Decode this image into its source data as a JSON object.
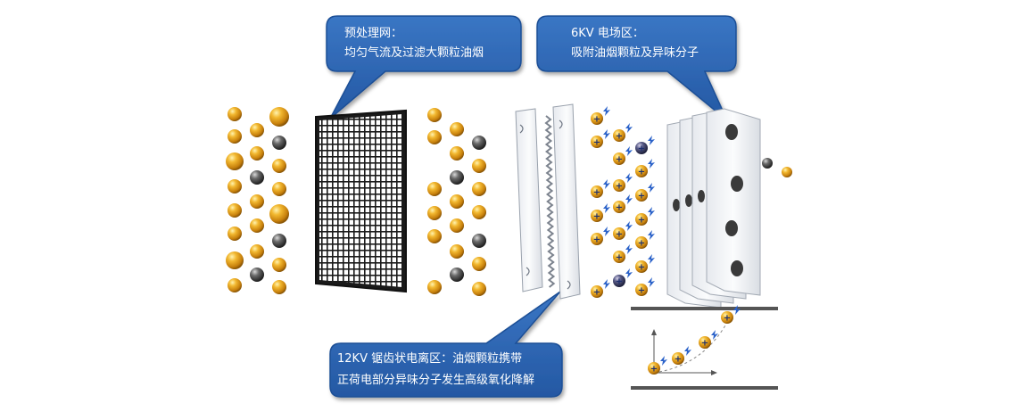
{
  "callouts": {
    "pre_filter": {
      "title": "预处理网：",
      "desc": "均匀气流及过滤大颗粒油烟"
    },
    "field_6kv": {
      "title": "6KV 电场区：",
      "desc": "吸附油烟颗粒及异味分子"
    },
    "ionizer_12kv": {
      "line1": "12KV 锯齿状电离区：油烟颗粒携带",
      "line2": "正荷电部分异味分子发生高级氧化降解"
    }
  },
  "symbols": {
    "positive_charge": "+"
  },
  "colors": {
    "bubble_fill": "#2f67b3",
    "bubble_stroke": "#1d4f96",
    "particle_gold": "#e0a020",
    "particle_gray": "#4f4f4f",
    "grid_dark": "#1a1a1a",
    "bolt_blue": "#2b62c9",
    "plate_white": "#f4f6f8"
  }
}
